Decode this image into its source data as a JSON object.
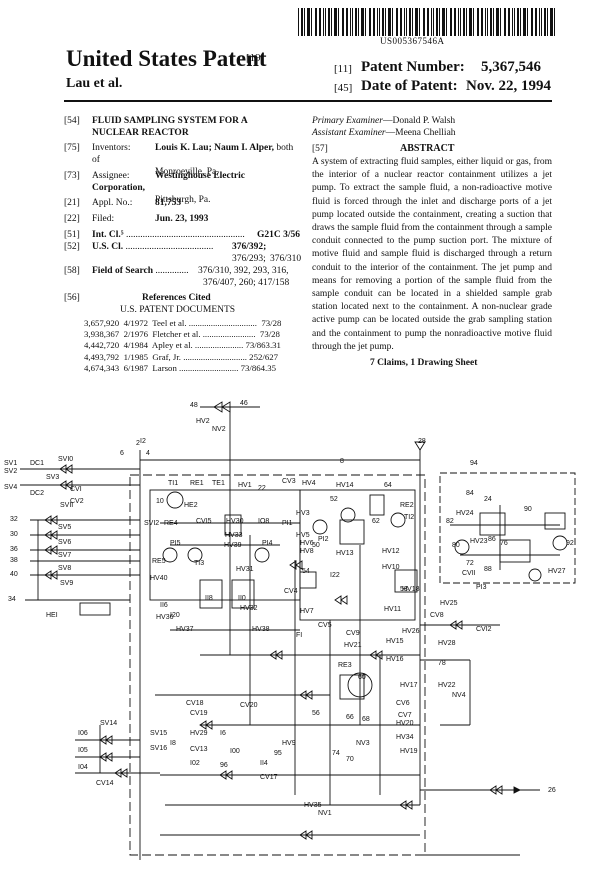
{
  "doc_number": "US005367546A",
  "header": {
    "country_title": "United States Patent",
    "country_code": "[19]",
    "authors": "Lau et al.",
    "patent_number_code": "[11]",
    "patent_number_label": "Patent Number:",
    "patent_number": "5,367,546",
    "date_code": "[45]",
    "date_label": "Date of Patent:",
    "date": "Nov. 22, 1994"
  },
  "left": {
    "title_code": "[54]",
    "title_line1": "FLUID SAMPLING SYSTEM FOR A",
    "title_line2": "NUCLEAR REACTOR",
    "inventors_code": "[75]",
    "inventors_label": "Inventors:",
    "inventors_names": "Louis K. Lau; Naum I. Alper,",
    "inventors_rest": " both of",
    "inventors_line2": "Monroeville, Pa.",
    "assignee_code": "[73]",
    "assignee_label": "Assignee:",
    "assignee_line1": "Westinghouse Electric Corporation,",
    "assignee_line2": "Pittsburgh, Pa.",
    "appl_code": "[21]",
    "appl_label": "Appl. No.:",
    "appl_value": "81,753",
    "filed_code": "[22]",
    "filed_label": "Filed:",
    "filed_value": "Jun. 23, 1993",
    "intcl_code": "[51]",
    "intcl_label": "Int. Cl.⁵",
    "intcl_dots": " .................................................. ",
    "intcl_value": "G21C 3/56",
    "uscl_code": "[52]",
    "uscl_label": "U.S. Cl.",
    "uscl_dots": " ..................................... ",
    "uscl_value_bold": "376/392;",
    "uscl_value_rest": " 376/293;",
    "uscl_line2": "376/310",
    "search_code": "[58]",
    "search_label": "Field of Search",
    "search_dots": " .............. ",
    "search_line1": "376/310, 392, 293, 316,",
    "search_line2": "376/407, 260; 417/158",
    "refs_code": "[56]",
    "refs_title": "References Cited",
    "refs_subtitle": "U.S. PATENT DOCUMENTS",
    "refs": [
      "3,657,920  4/1972  Teel et al. ...............................  73/28",
      "3,938,367  2/1976  Fletcher et al. ........................  73/28",
      "4,442,720  4/1984  Apley et al. ...................... 73/863.31",
      "4,493,792  1/1985  Graf, Jr. ............................. 252/627",
      "4,674,343  6/1987  Larson ........................... 73/864.35"
    ]
  },
  "right": {
    "primary_label": "Primary Examiner",
    "primary_value": "—Donald P. Walsh",
    "assistant_label": "Assistant Examiner",
    "assistant_value": "—Meena Chelliah",
    "abstract_code": "[57]",
    "abstract_title": "ABSTRACT",
    "abstract_text": "A system of extracting fluid samples, either liquid or gas, from the interior of a nuclear reactor containment utilizes a jet pump. To extract the sample fluid, a non-radioactive motive fluid is forced through the inlet and discharge ports of a jet pump located outside the containment, creating a suction that draws the sample fluid from the containment through a sample conduit connected to the pump suction port. The mixture of motive fluid and sample fluid is discharged through a return conduit to the interior of the containment. The jet pump and means for removing a portion of the sample fluid from the sample conduit can be located in a shielded sample grab station located next to the containment. A non-nuclear grade active pump can be located outside the grab sampling station and the containment to pump the nonradioactive motive fluid through the jet pump.",
    "claims": "7 Claims, 1 Drawing Sheet"
  },
  "drawing": {
    "labels": [
      "48",
      "46",
      "HV2",
      "NV2",
      "2",
      "4",
      "6",
      "8",
      "22",
      "28",
      "94",
      "SV1",
      "SV2",
      "SV3",
      "SV4",
      "DC1",
      "DC2",
      "SVI0",
      "CVI",
      "CV2",
      "SVII",
      "32",
      "30",
      "36",
      "38",
      "40",
      "34",
      "SV5",
      "SV6",
      "SV7",
      "SV8",
      "SV9",
      "HEI",
      "TI1",
      "RE1",
      "TE1",
      "HV1",
      "HE2",
      "10",
      "RE4",
      "CVI5",
      "HV30",
      "IO8",
      "SVI2",
      "PI5",
      "HV33",
      "HV39",
      "PI4",
      "RE5",
      "TI3",
      "HV31",
      "HV40",
      "II8",
      "II0",
      "HV32",
      "II6",
      "I20",
      "HV36",
      "HV37",
      "HV38",
      "CV3",
      "HV4",
      "HV14",
      "64",
      "52",
      "PI1",
      "HV3",
      "HV5",
      "HV6",
      "HV8",
      "50",
      "54",
      "PI2",
      "HV13",
      "HV12",
      "HV10",
      "62",
      "RE2",
      "TI2",
      "58",
      "CV4",
      "HV7",
      "I22",
      "HV11",
      "HV18",
      "CV8",
      "HV26",
      "HV25",
      "82",
      "HV24",
      "84",
      "24",
      "90",
      "92",
      "80",
      "HV23",
      "86",
      "76",
      "72",
      "CVII",
      "88",
      "PI3",
      "HV27",
      "HV28",
      "CVI2",
      "78",
      "HV22",
      "NV4",
      "FI",
      "CV5",
      "CV9",
      "HV21",
      "HV15",
      "HV16",
      "RE3",
      "60",
      "HV17",
      "CV6",
      "CV7",
      "HV20",
      "HV34",
      "NV3",
      "HV19",
      "26",
      "I06",
      "I05",
      "I04",
      "SV14",
      "SV15",
      "SV16",
      "CV14",
      "CV18",
      "CV19",
      "CV20",
      "HV29",
      "CV13",
      "I00",
      "96",
      "I02",
      "II4",
      "CV17",
      "95",
      "56",
      "66",
      "68",
      "74",
      "70",
      "HV9",
      "HV35",
      "NV1",
      "I6",
      "I2",
      "I8"
    ]
  }
}
